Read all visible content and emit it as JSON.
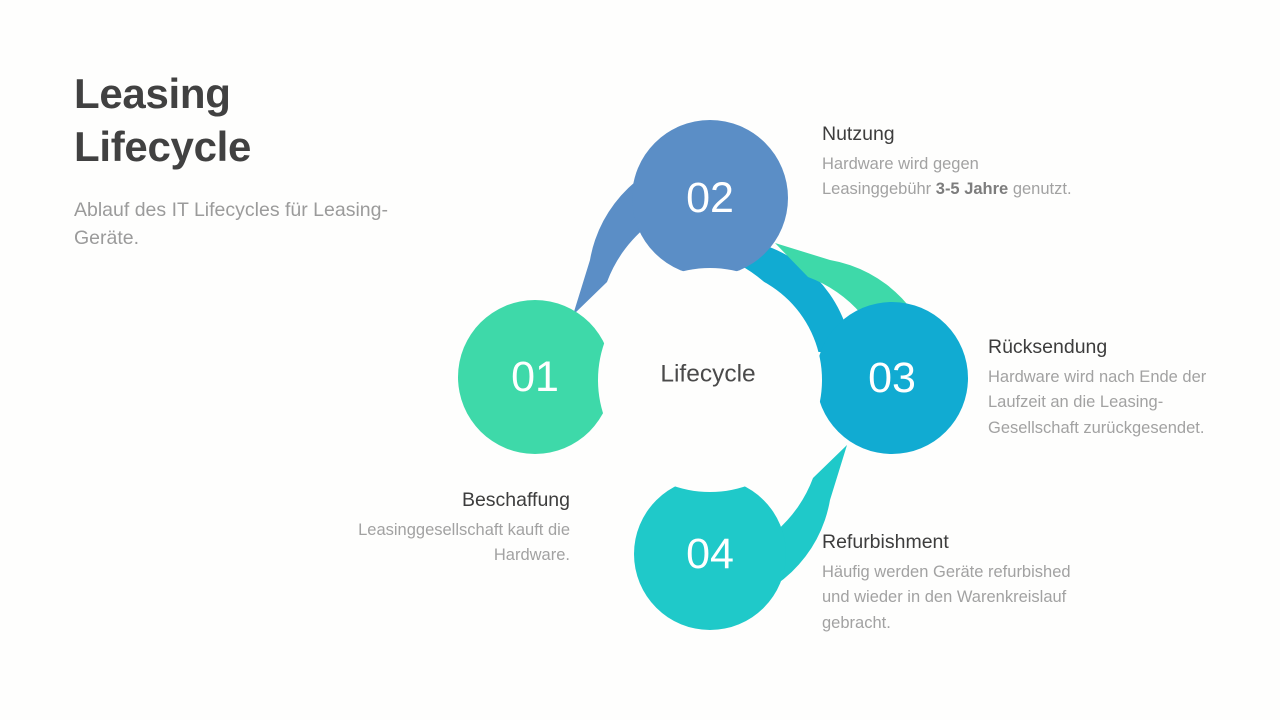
{
  "heading": {
    "title_line1": "Leasing",
    "title_line2": "Lifecycle",
    "subtitle": "Ablauf des IT Lifecycles für Leasing-Geräte."
  },
  "diagram": {
    "center_label": "Lifecycle",
    "colors": {
      "step01": "#3ed9a9",
      "step02": "#5b8ec6",
      "step03": "#11abd2",
      "step04": "#1fc9c9",
      "background": "#fefefd",
      "title_text": "#414141",
      "body_text": "#a2a2a2"
    },
    "steps": [
      {
        "number": "01",
        "color": "#3ed9a9",
        "position": "left",
        "title": "Beschaffung",
        "body_plain": "Leasinggesellschaft kauft die Hardware."
      },
      {
        "number": "02",
        "color": "#5b8ec6",
        "position": "top",
        "title": "Nutzung",
        "body_plain": "Hardware wird gegen Leasinggebühr 3-5 Jahre genutzt.",
        "body_prefix": "Hardware wird gegen Leasinggebühr ",
        "body_strong": "3-5 Jahre",
        "body_suffix": " genutzt."
      },
      {
        "number": "03",
        "color": "#11abd2",
        "position": "right",
        "title": "Rücksendung",
        "body_plain": "Hardware wird nach Ende der Laufzeit an die Leasing-Gesellschaft zurückgesendet."
      },
      {
        "number": "04",
        "color": "#1fc9c9",
        "position": "bottom",
        "title": "Refurbishment",
        "body_plain": "Häufig werden Geräte refurbished und wieder in den Warenkreislauf gebracht."
      }
    ]
  }
}
